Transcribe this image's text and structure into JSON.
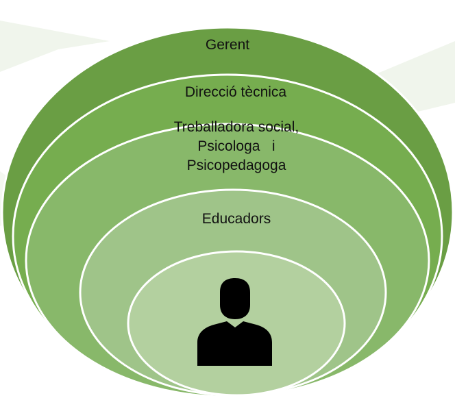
{
  "diagram": {
    "layers": [
      {
        "id": "outer",
        "label": "Gerent",
        "color": "#6a9e44"
      },
      {
        "id": "second",
        "label": "Direcció tècnica",
        "color": "#76ad4f"
      },
      {
        "id": "third",
        "label_lines": [
          "Treballadora social,",
          "Psicologa   i",
          "Psicopedagoga"
        ],
        "color": "#88b86a"
      },
      {
        "id": "fourth",
        "label": "Educadors",
        "color": "#9fc489"
      },
      {
        "id": "center",
        "icon": "person-icon",
        "color": "#b3d09f"
      }
    ],
    "background_watermark_color": "#eef4ea"
  }
}
